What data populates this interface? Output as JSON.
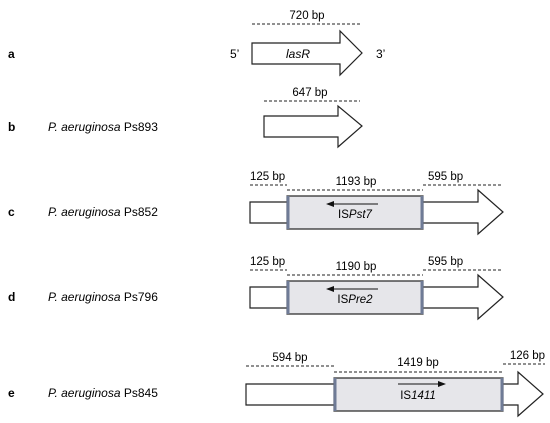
{
  "panels": {
    "a": {
      "label": "a",
      "length": "720 bp",
      "gene": "lasR",
      "five_prime": "5’",
      "three_prime": "3’"
    },
    "b": {
      "label": "b",
      "species": "P. aeruginosa",
      "strain": " Ps893",
      "length": "647 bp"
    },
    "c": {
      "label": "c",
      "species": "P. aeruginosa",
      "strain": " Ps852",
      "left_length": "125 bp",
      "is_length": "1193 bp",
      "right_length": "595 bp",
      "is_prefix": "IS",
      "is_name": "Pst7",
      "is_direction": "reverse"
    },
    "d": {
      "label": "d",
      "species": "P. aeruginosa",
      "strain": " Ps796",
      "left_length": "125 bp",
      "is_length": "1190 bp",
      "right_length": "595 bp",
      "is_prefix": "IS",
      "is_name": "Pre2",
      "is_direction": "reverse"
    },
    "e": {
      "label": "e",
      "species": "P. aeruginosa",
      "strain": " Ps845",
      "left_length": "594 bp",
      "is_length": "1419 bp",
      "right_length": "126 bp",
      "is_prefix": "IS",
      "is_name": "1411",
      "is_direction": "forward"
    }
  },
  "colors": {
    "is_fill": "#e6e6ea",
    "is_edge": "#6f7b96",
    "outline": "#222222"
  }
}
